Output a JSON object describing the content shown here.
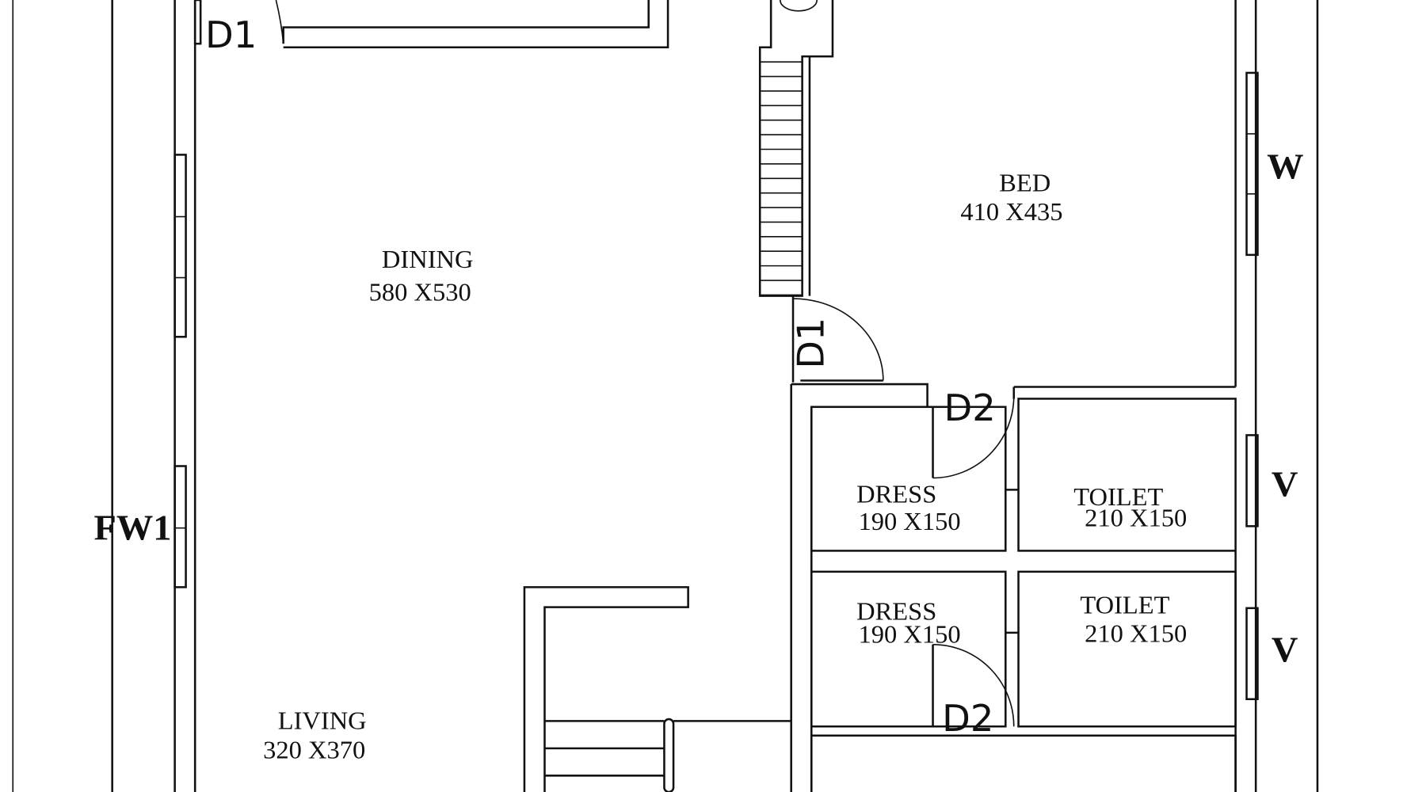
{
  "rooms": {
    "dining": {
      "name": "DINING",
      "size": "580 X530"
    },
    "bed": {
      "name": "BED",
      "size": "410 X435"
    },
    "dress1": {
      "name": "DRESS",
      "size": "190 X150"
    },
    "toilet1": {
      "name": "TOILET",
      "size": "210 X150"
    },
    "dress2": {
      "name": "DRESS",
      "size": "190 X150"
    },
    "toilet2": {
      "name": "TOILET",
      "size": "210 X150"
    },
    "living": {
      "name": "LIVING",
      "size": "320 X370"
    }
  },
  "doors": {
    "d1_top": "D1",
    "d1_bed": "D1",
    "d2_upper": "D2",
    "d2_lower": "D2"
  },
  "windows": {
    "fw1": "FW1",
    "w": "W",
    "v1": "V",
    "v2": "V"
  }
}
